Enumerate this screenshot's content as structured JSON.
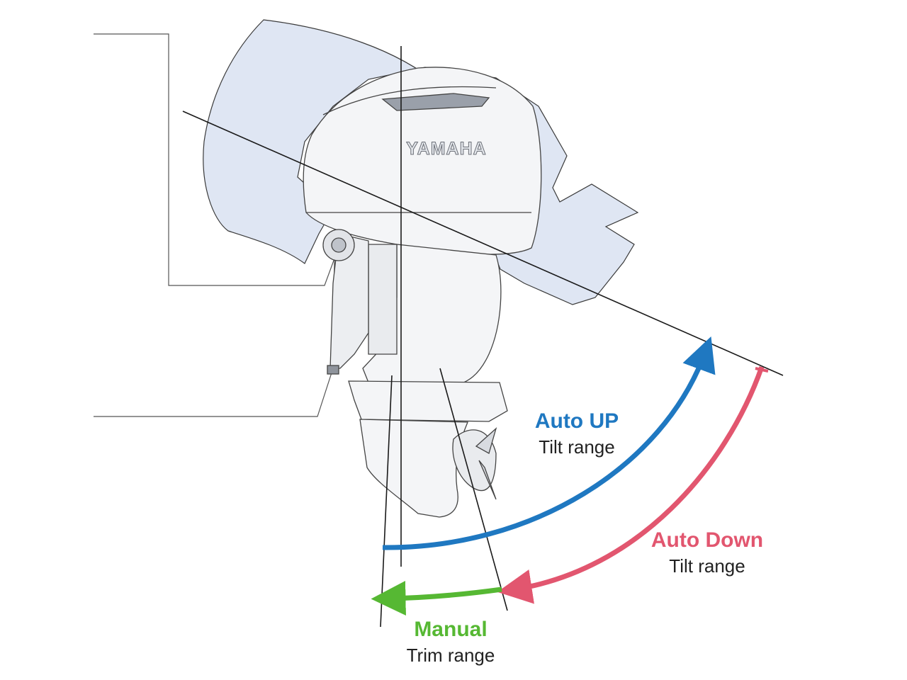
{
  "brand_mark": "YAMAHA",
  "labels": {
    "auto_up": {
      "title": "Auto UP",
      "subtitle": "Tilt range"
    },
    "auto_down": {
      "title": "Auto Down",
      "subtitle": "Tilt range"
    },
    "manual": {
      "title": "Manual",
      "subtitle": "Trim range"
    }
  },
  "colors": {
    "auto_up": "#1f78c1",
    "auto_down": "#e2566f",
    "manual": "#56b833",
    "ghost_fill": "#dfe6f3",
    "line": "#1a1a1a"
  }
}
